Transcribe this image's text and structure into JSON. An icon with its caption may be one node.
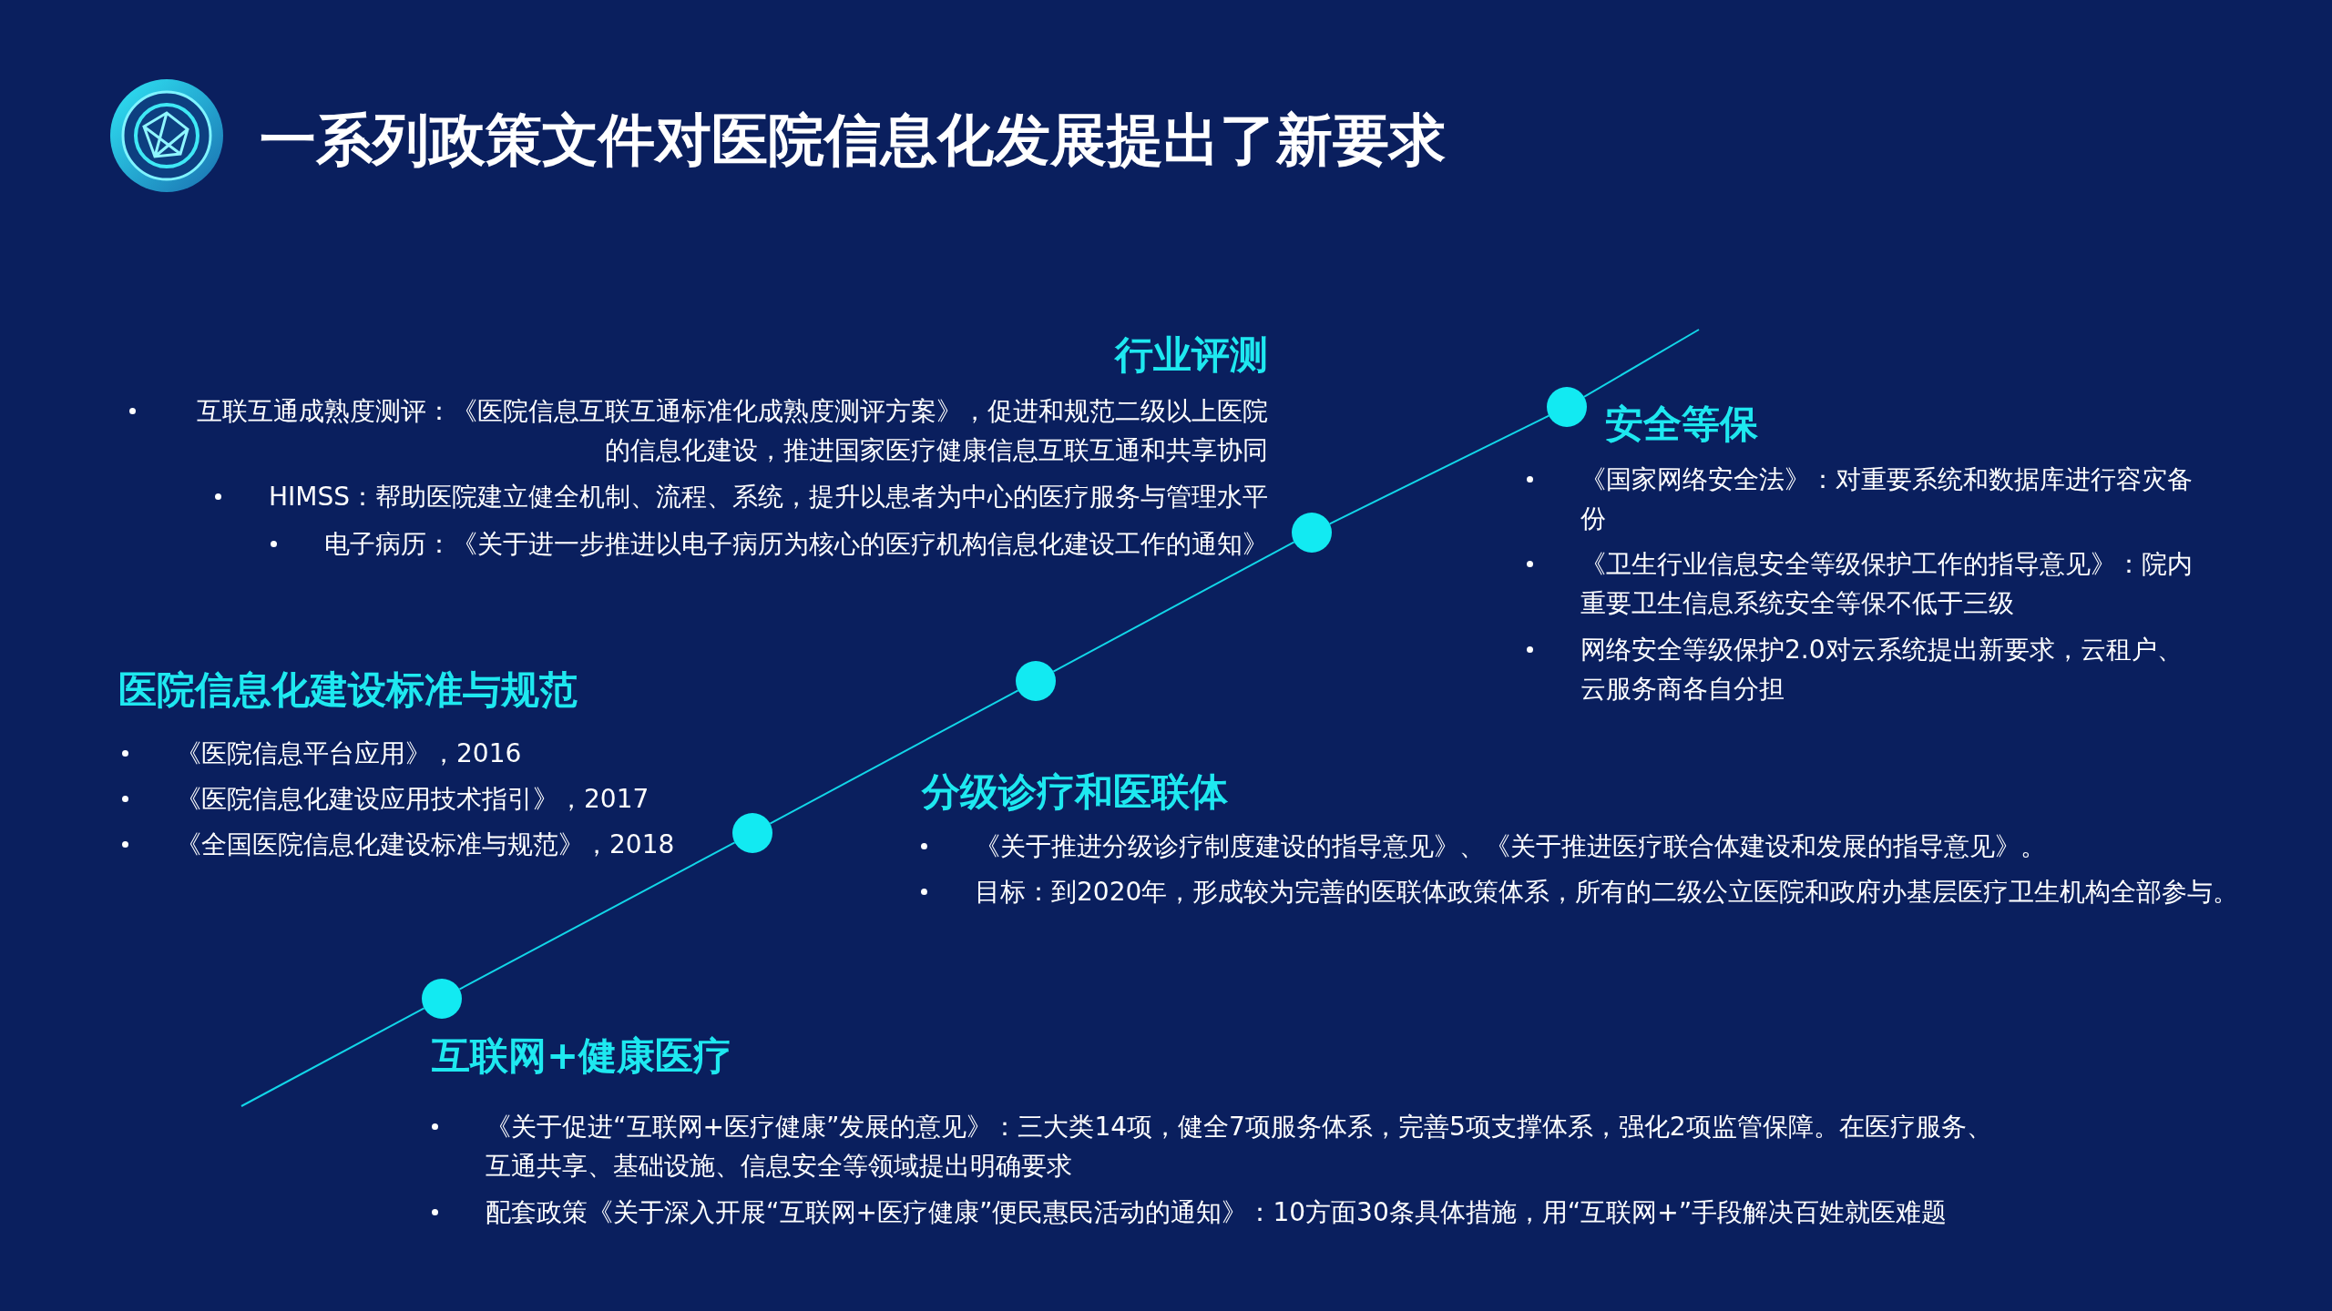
{
  "diagram": {
    "title": "一系列政策文件对医院信息化发展提出了新要求",
    "nodes": [
      {
        "text": [],
        "shape": "circle",
        "beside": [
          "互联网+健康医疗"
        ]
      },
      {
        "text": [],
        "shape": "circle"
      },
      {
        "text": [],
        "shape": "circle",
        "beside": [
          "分级诊疗和医联体"
        ]
      },
      {
        "text": [],
        "shape": "circle",
        "beside": [
          "行业评测"
        ]
      },
      {
        "text": [],
        "shape": "circle",
        "beside": [
          "安全等保"
        ]
      }
    ],
    "edges": [
      {
        "from": null,
        "to": 0,
        "arrow": "none"
      },
      {
        "from": 0,
        "to": 1,
        "arrow": "none"
      },
      {
        "from": 1,
        "to": 2,
        "arrow": "none"
      },
      {
        "from": 2,
        "to": 3,
        "arrow": "none"
      },
      {
        "from": 3,
        "to": 4,
        "arrow": "none"
      },
      {
        "from": 4,
        "to": null,
        "arrow": "none"
      }
    ],
    "labels": [
      "互联互通成熟度测评：《医院信息互联互通标准化成熟度测评方案》，促进和规范二级以上医院的信息化建设，推进国家医疗健康信息互联互通和共享协同",
      "HIMSS：帮助医院建立健全机制、流程、系统，提升以患者为中心的医疗服务与管理水平",
      "电子病历：《关于进一步推进以电子病历为核心的医疗机构信息化建设工作的通知》",
      "《国家网络安全法》：对重要系统和数据库进行容灾备份",
      "《卫生行业信息安全等级保护工作的指导意见》：院内重要卫生信息系统安全等保不低于三级",
      "网络安全等级保护2.0对云系统提出新要求，云租户、云服务商各自分担",
      "医院信息化建设标准与规范",
      "《医院信息平台应用》，2016",
      "《医院信息化建设应用技术指引》，2017",
      "《全国医院信息化建设标准与规范》，2018",
      "《关于推进分级诊疗制度建设的指导意见》、《关于推进医疗联合体建设和发展的指导意见》。",
      "目标：到2020年，形成较为完善的医联体政策体系，所有的二级公立医院和政府办基层医疗卫生机构全部参与。",
      "《关于促进“互联网+医疗健康”发展的意见》：三大类14项，健全7项服务体系，完善5项支撑体系，强化2项监管保障。在医疗服务、互通共享、基础设施、信息安全等领域提出明确要求",
      "配套政策《关于深入开展“互联网+医疗健康”便民惠民活动的通知》：10方面30条具体措施，用“互联网+”手段解决百姓就医难题"
    ]
  }
}
